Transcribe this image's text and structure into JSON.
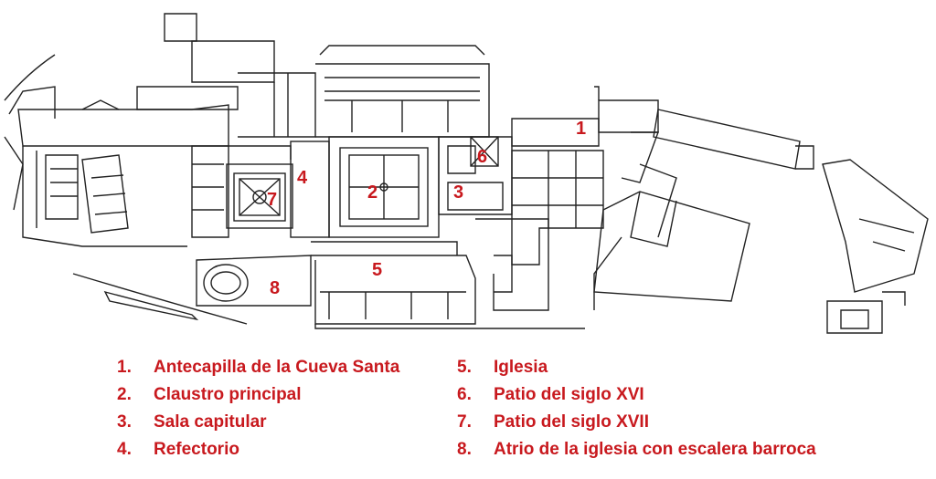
{
  "plan": {
    "markers": [
      "1",
      "2",
      "3",
      "4",
      "5",
      "6",
      "7",
      "8"
    ]
  },
  "legend": {
    "left": [
      {
        "num": "1.",
        "text": "Antecapilla de la Cueva Santa"
      },
      {
        "num": "2.",
        "text": "Claustro principal"
      },
      {
        "num": "3.",
        "text": "Sala capitular"
      },
      {
        "num": "4.",
        "text": "Refectorio"
      }
    ],
    "right": [
      {
        "num": "5.",
        "text": "Iglesia"
      },
      {
        "num": "6.",
        "text": "Patio del siglo XVI"
      },
      {
        "num": "7.",
        "text": "Patio del siglo XVII"
      },
      {
        "num": "8.",
        "text": "Atrio de la iglesia con escalera barroca"
      }
    ]
  },
  "colors": {
    "label": "#c8191e",
    "line": "#222222",
    "background": "#ffffff"
  }
}
